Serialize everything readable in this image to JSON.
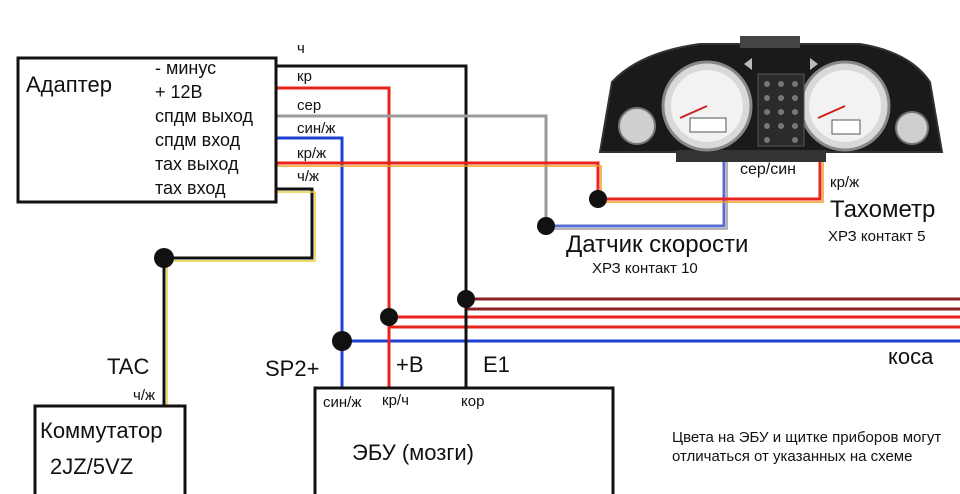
{
  "adapter": {
    "title": "Адаптер",
    "pins": [
      "- минус",
      "+ 12В",
      "спдм выход",
      "спдм вход",
      "тах выход",
      "тах вход"
    ]
  },
  "wire_colors": {
    "minus": "ч",
    "plus12": "кр",
    "spdm_out": "сер",
    "spdm_in": "син/ж",
    "tach_out": "кр/ж",
    "tach_in": "ч/ж"
  },
  "cluster": {
    "wire_left": "сер/син",
    "wire_right": "кр/ж",
    "tacho_title": "Тахометр",
    "tacho_contact": "ХРЗ контакт 5",
    "speed_title": "Датчик скорости",
    "speed_contact": "ХРЗ контакт 10"
  },
  "harness_label": "коса",
  "signals": {
    "tac": "TAC",
    "sp2": "SP2+",
    "plusb": "+В",
    "e1": "Е1"
  },
  "commutator": {
    "title": "Коммутатор",
    "model": "2JZ/5VZ",
    "wire": "ч/ж"
  },
  "ecu": {
    "title": "ЭБУ (мозги)",
    "wires": [
      "син/ж",
      "кр/ч",
      "кор"
    ]
  },
  "note": "Цвета на ЭБУ и щитке приборов могут отличаться от указанных на схеме",
  "colors": {
    "black": "#111111",
    "red": "#e8231c",
    "gray": "#9a9a9a",
    "blue": "#1f3fd0",
    "orange": "#f0a020",
    "yellow": "#e9cf3c",
    "darkred": "#8a1f24"
  }
}
